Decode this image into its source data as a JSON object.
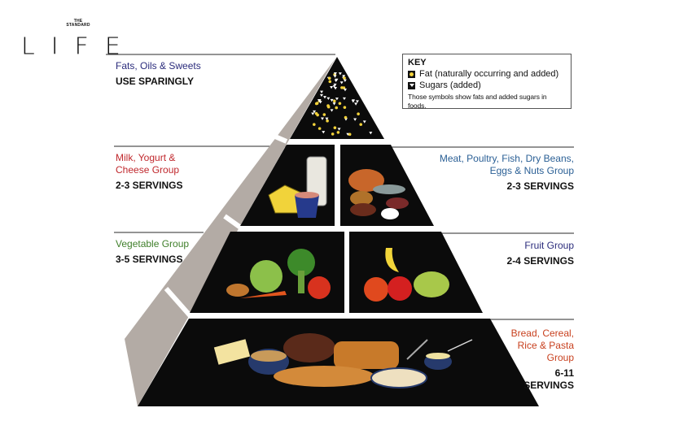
{
  "logo": {
    "top_line1": "THE",
    "top_line2": "STANDARD",
    "main": "LIFE"
  },
  "key": {
    "title": "KEY",
    "fat_label": "Fat (naturally occurring and added)",
    "sugar_label": "Sugars (added)",
    "note": "Those symbols show fats and added sugars in foods.",
    "fat_icon": "yellow-circle-icon",
    "sugar_icon": "white-triangle-icon"
  },
  "groups": {
    "fats": {
      "name": "Fats, Oils & Sweets",
      "servings": "USE SPARINGLY",
      "color": "#2b2c7c"
    },
    "milk": {
      "name1": "Milk, Yogurt &",
      "name2": "Cheese Group",
      "servings": "2-3 SERVINGS",
      "color": "#c0282d"
    },
    "meat": {
      "name1": "Meat, Poultry, Fish, Dry Beans,",
      "name2": "Eggs & Nuts Group",
      "servings": "2-3 SERVINGS",
      "color": "#2a5f95"
    },
    "vegetable": {
      "name": "Vegetable Group",
      "servings": "3-5 SERVINGS",
      "color": "#3f7f2a"
    },
    "fruit": {
      "name": "Fruit Group",
      "servings": "2-4 SERVINGS",
      "color": "#2b2c7c"
    },
    "bread": {
      "name1": "Bread, Cereal,",
      "name2": "Rice & Pasta",
      "name3": "Group",
      "servings1": "6-11",
      "servings2": "SERVINGS",
      "color": "#c8401e"
    }
  },
  "colors": {
    "panel": "#0b0b0b",
    "side": "#b3aba5",
    "fat": "#f3d23a",
    "sugar": "#ffffff",
    "rule": "#555555"
  }
}
